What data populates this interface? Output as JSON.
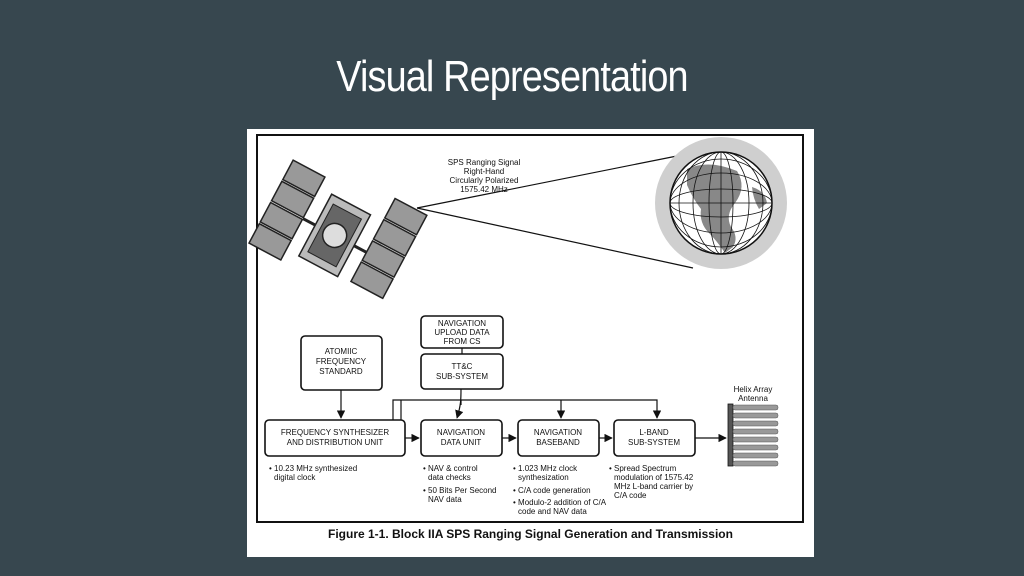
{
  "slide": {
    "title": "Visual Representation"
  },
  "figure": {
    "caption": "Figure 1-1. Block IIA SPS Ranging Signal Generation and Transmission",
    "signal_label": [
      "SPS Ranging Signal",
      "Right-Hand",
      "Circularly Polarized",
      "1575.42  MHz"
    ],
    "antenna_label": [
      "Helix Array",
      "Antenna"
    ],
    "blocks": {
      "atomic_clock": [
        "ATOMIIC",
        "FREQUENCY",
        "STANDARD"
      ],
      "nav_upload": [
        "NAVIGATION",
        "UPLOAD DATA",
        "FROM CS"
      ],
      "ttc": [
        "TT&C",
        "SUB-SYSTEM"
      ],
      "freq_synth": [
        "FREQUENCY SYNTHESIZER",
        "AND DISTRIBUTION UNIT"
      ],
      "nav_data_unit": [
        "NAVIGATION",
        "DATA UNIT"
      ],
      "nav_baseband": [
        "NAVIGATION",
        "BASEBAND"
      ],
      "lband": [
        "L-BAND",
        "SUB-SYSTEM"
      ]
    },
    "notes": {
      "freq_synth": [
        "• 10.23 MHz synthesized",
        "digital clock"
      ],
      "nav_data_unit": [
        "• NAV & control",
        "data checks",
        "• 50 Bits Per Second",
        "NAV data"
      ],
      "nav_baseband": [
        "• 1.023 MHz clock",
        "synthesization",
        "• C/A code generation",
        "• Modulo-2 addition of C/A",
        "code and NAV data"
      ],
      "lband": [
        "• Spread Spectrum",
        "modulation of 1575.42",
        "MHz L-band carrier by",
        "C/A code"
      ]
    }
  }
}
